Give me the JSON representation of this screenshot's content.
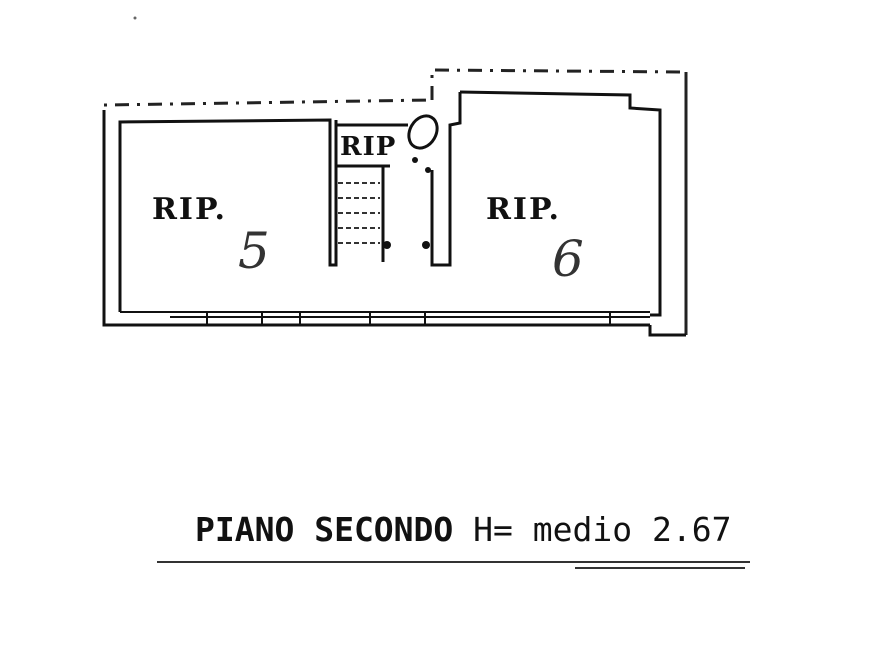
{
  "plan": {
    "rooms": [
      {
        "id": "room-5",
        "label": "RIP.",
        "number": "5"
      },
      {
        "id": "room-stair",
        "label": "RIP",
        "number": ""
      },
      {
        "id": "room-6",
        "label": "RIP.",
        "number": "6"
      }
    ],
    "colors": {
      "wall": "#111111",
      "background": "#ffffff",
      "boundary": "#222222"
    }
  },
  "caption": {
    "floor": "PIANO SECONDO",
    "height_label": "H= medio 2.67"
  }
}
